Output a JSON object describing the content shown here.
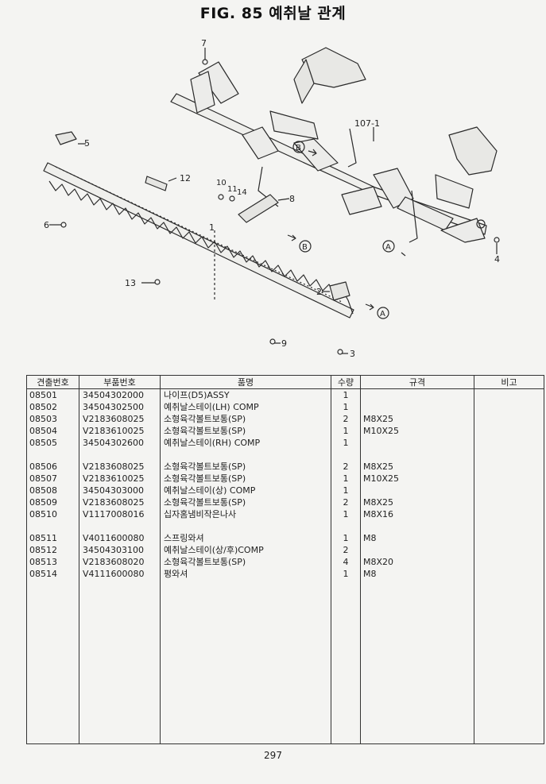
{
  "title": "FIG. 85 예취날 관계",
  "callouts": {
    "c7": "7",
    "c107": "107-1",
    "c5": "5",
    "c12": "12",
    "c10": "10",
    "c11": "11",
    "c14": "14",
    "c8": "8",
    "c6": "6",
    "c1": "1",
    "c13": "13",
    "c2": "2",
    "c9": "9",
    "c3": "3",
    "c4": "4",
    "refA": "A",
    "refB": "B"
  },
  "table": {
    "headers": [
      "견출번호",
      "부품번호",
      "품명",
      "수량",
      "규격",
      "비고"
    ],
    "rows": [
      {
        "no": "08501",
        "part": "34504302000",
        "name": "나이프(D5)ASSY",
        "qty": "1",
        "spec": ""
      },
      {
        "no": "08502",
        "part": "34504302500",
        "name": "예취날스테이(LH) COMP",
        "qty": "1",
        "spec": ""
      },
      {
        "no": "08503",
        "part": "V2183608025",
        "name": "소형육각볼트보통(SP)",
        "qty": "2",
        "spec": "M8X25"
      },
      {
        "no": "08504",
        "part": "V2183610025",
        "name": "소형육각볼트보통(SP)",
        "qty": "1",
        "spec": "M10X25"
      },
      {
        "no": "08505",
        "part": "34504302600",
        "name": "예취날스테이(RH) COMP",
        "qty": "1",
        "spec": ""
      },
      {
        "no": "",
        "part": "",
        "name": "",
        "qty": "",
        "spec": ""
      },
      {
        "no": "08506",
        "part": "V2183608025",
        "name": "소형육각볼트보통(SP)",
        "qty": "2",
        "spec": "M8X25"
      },
      {
        "no": "08507",
        "part": "V2183610025",
        "name": "소형육각볼트보통(SP)",
        "qty": "1",
        "spec": "M10X25"
      },
      {
        "no": "08508",
        "part": "34504303000",
        "name": "예취날스테이(상) COMP",
        "qty": "1",
        "spec": ""
      },
      {
        "no": "08509",
        "part": "V2183608025",
        "name": "소형육각볼트보통(SP)",
        "qty": "2",
        "spec": "M8X25"
      },
      {
        "no": "08510",
        "part": "V1117008016",
        "name": "십자홈냄비작은나사",
        "qty": "1",
        "spec": "M8X16"
      },
      {
        "no": "",
        "part": "",
        "name": "",
        "qty": "",
        "spec": ""
      },
      {
        "no": "08511",
        "part": "V4011600080",
        "name": "스프링와셔",
        "qty": "1",
        "spec": "M8"
      },
      {
        "no": "08512",
        "part": "34504303100",
        "name": "예취날스테이(상/후)COMP",
        "qty": "2",
        "spec": ""
      },
      {
        "no": "08513",
        "part": "V2183608020",
        "name": "소형육각볼트보통(SP)",
        "qty": "4",
        "spec": "M8X20"
      },
      {
        "no": "08514",
        "part": "V4111600080",
        "name": "평와셔",
        "qty": "1",
        "spec": "M8"
      }
    ]
  },
  "page_number": "297"
}
